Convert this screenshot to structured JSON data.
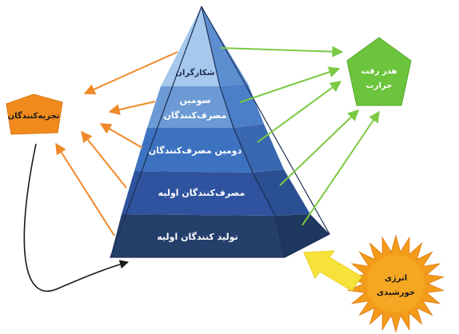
{
  "pyramid": {
    "levels": [
      {
        "label": "تولید کنندگان اولیه",
        "color": "#253f6b"
      },
      {
        "label": "مصرف‌کنندگان اولیه",
        "color": "#2f539e"
      },
      {
        "label": "دومین مصرف‌کنندگان",
        "color": "#3d72c0"
      },
      {
        "label_line1": "سومین",
        "label_line2": "مصرف‌کنندگان",
        "color": "#6b9ad4"
      },
      {
        "label": "شکارگران",
        "color": "#a6c8ec"
      }
    ]
  },
  "decomposers": {
    "label": "تجزیه‌کنندگان",
    "color": "#f08a1c"
  },
  "heat_loss": {
    "line1": "هدر رفت",
    "line2": "حرارت",
    "color": "#6cc43c"
  },
  "solar_energy": {
    "line1": "انرژی",
    "line2": "خورشیدی",
    "color": "#f5a623"
  },
  "arrow_colors": {
    "orange": "#f0892a",
    "green": "#7ac943",
    "yellow": "#f7e23a",
    "black": "#1a1a1a"
  }
}
